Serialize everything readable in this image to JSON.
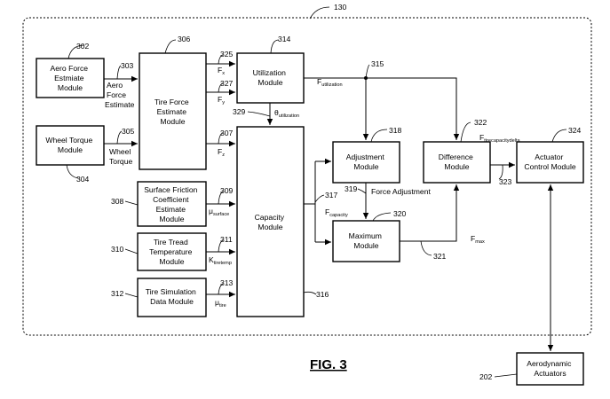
{
  "figure_label": "FIG. 3",
  "boundary_ref": "130",
  "blocks": {
    "aero_force_estimate": {
      "ref": "302",
      "lines": [
        "Aero Force",
        "Estmiate",
        "Module"
      ]
    },
    "wheel_torque": {
      "ref": "304",
      "lines": [
        "Wheel Torque",
        "Module"
      ]
    },
    "tire_force_estimate": {
      "ref": "306",
      "lines": [
        "Tire Force",
        "Estimate",
        "Module"
      ]
    },
    "surface_friction": {
      "ref": "308",
      "lines": [
        "Surface Friction",
        "Coefficient",
        "Estimate",
        "Module"
      ]
    },
    "tire_tread_temp": {
      "ref": "310",
      "lines": [
        "Tire Tread",
        "Temperature",
        "Module"
      ]
    },
    "tire_simulation": {
      "ref": "312",
      "lines": [
        "Tire Simulation",
        "Data Module"
      ]
    },
    "utilization": {
      "ref": "314",
      "lines": [
        "Utilization",
        "Module"
      ]
    },
    "capacity": {
      "ref": "316",
      "lines": [
        "Capacity",
        "Module"
      ]
    },
    "adjustment": {
      "ref": "318",
      "lines": [
        "Adjustment",
        "Module"
      ]
    },
    "maximum": {
      "ref": "320",
      "lines": [
        "Maximum",
        "Module"
      ]
    },
    "difference": {
      "ref": "322",
      "lines": [
        "Difference",
        "Module"
      ]
    },
    "actuator_control": {
      "ref": "324",
      "lines": [
        "Actuator",
        "Control Module"
      ]
    },
    "aerodynamic_actuators": {
      "ref": "202",
      "lines": [
        "Aerodynamic",
        "Actuators"
      ]
    }
  },
  "signals": {
    "aero_force": {
      "ref": "303",
      "lines": [
        "Aero",
        "Force",
        "Estimate"
      ]
    },
    "wheel_torque": {
      "ref": "305",
      "lines": [
        "Wheel",
        "Torque"
      ]
    },
    "fx": {
      "ref": "325",
      "main": "F",
      "sub": "x"
    },
    "fy": {
      "ref": "327",
      "main": "F",
      "sub": "y"
    },
    "fz": {
      "ref": "307",
      "main": "F",
      "sub": "z"
    },
    "mu_surface": {
      "ref": "309",
      "main": "μ",
      "sub": "surface"
    },
    "k_tiretemp": {
      "ref": "311",
      "main": "K",
      "sub": "tiretemp"
    },
    "mu_tire": {
      "ref": "313",
      "main": "μ",
      "sub": "tire"
    },
    "theta_utilization": {
      "ref": "329",
      "main": "θ",
      "sub": "utilization"
    },
    "f_utilization": {
      "ref": "315",
      "main": "F",
      "sub": "utilization"
    },
    "f_capacity": {
      "ref": "317",
      "main": "F",
      "sub": "capacity"
    },
    "force_adjustment": {
      "ref": "319",
      "text": "Force Adjustment"
    },
    "f_max": {
      "ref": "321",
      "main": "F",
      "sub": "max"
    },
    "f_tirecapacitydelta": {
      "main": "F",
      "sub": "tirecapacitydelta"
    },
    "actuator_output": {
      "ref": "323"
    }
  }
}
